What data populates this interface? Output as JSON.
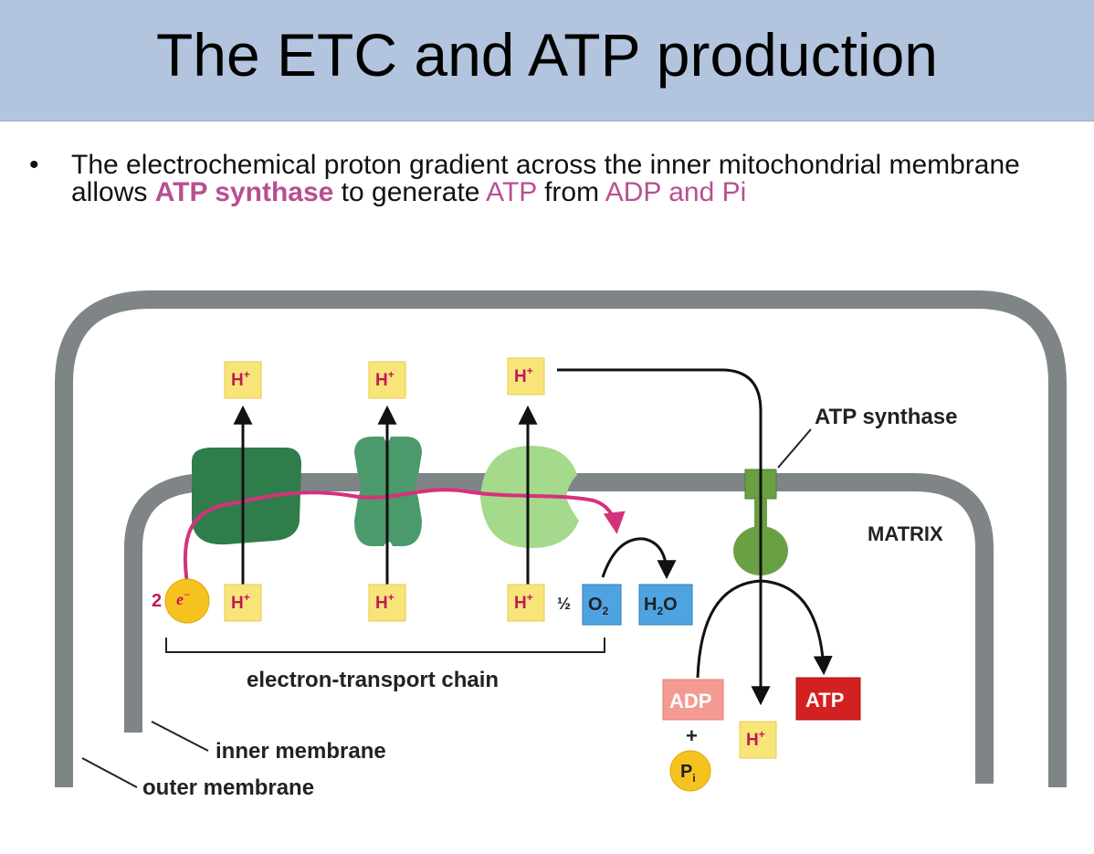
{
  "slide": {
    "title": "The ETC and ATP production",
    "bullet": {
      "symbol": "•",
      "part1": "The electrochemical proton gradient across the inner mitochondrial membrane allows ",
      "highlight_bold": "ATP synthase",
      "part2": " to generate ",
      "highlight1": "ATP",
      "part3": " from ",
      "highlight2": "ADP and Pi"
    }
  },
  "diagram": {
    "proton": "H",
    "proton_charge": "+",
    "electron_count": "2",
    "electron": "e",
    "electron_charge": "−",
    "half": "½",
    "oxygen": "O",
    "oxygen_sub": "2",
    "water_h": "H",
    "water_sub": "2",
    "water_o": "O",
    "atp_synthase_label": "ATP synthase",
    "matrix_label": "MATRIX",
    "etc_label": "electron-transport chain",
    "inner_membrane_label": "inner membrane",
    "outer_membrane_label": "outer membrane",
    "adp": "ADP",
    "plus": "+",
    "phosphate": "P",
    "phosphate_sub": "i",
    "atp": "ATP"
  },
  "colors": {
    "header_bg": "#b3c5de",
    "highlight": "#b84f92",
    "membrane": "#7f8587",
    "proton_box": "#f8e57a",
    "proton_text": "#c2185b",
    "complex_dark": "#2e7d4a",
    "complex_mid": "#4a9a6b",
    "complex_light": "#a5d98c",
    "synthase": "#6aa044",
    "electron_path": "#d6317d",
    "oxygen_box": "#4fa3e0",
    "adp_box": "#f39a93",
    "atp_box": "#d32020",
    "phosphate": "#f6c21f"
  }
}
